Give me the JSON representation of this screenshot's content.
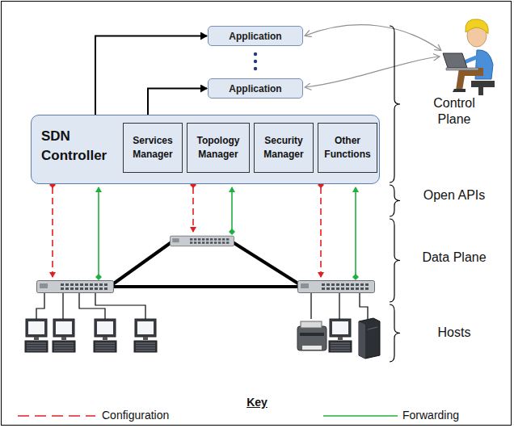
{
  "diagram": {
    "nodes": [
      {
        "text": [
          "Application"
        ]
      },
      {
        "text": [
          "Application"
        ]
      },
      {
        "text": [
          "SDN Controller"
        ]
      },
      {
        "text": [
          "Services Manager"
        ],
        "in": 2
      },
      {
        "text": [
          "Topology Manager"
        ],
        "in": 2
      },
      {
        "text": [
          "Security Manager"
        ],
        "in": 2
      },
      {
        "text": [
          "Other Functions"
        ],
        "in": 2
      }
    ],
    "edges": [
      {
        "from": 2,
        "to": 0,
        "arrow": "to"
      },
      {
        "from": 2,
        "to": 1,
        "arrow": "to"
      }
    ],
    "labels": [
      "Control Plane",
      "Open APIs",
      "Data Plane",
      "Hosts",
      "Key"
    ],
    "legend": [
      {
        "text": "Configuration"
      },
      {
        "text": "Forwarding"
      }
    ]
  }
}
